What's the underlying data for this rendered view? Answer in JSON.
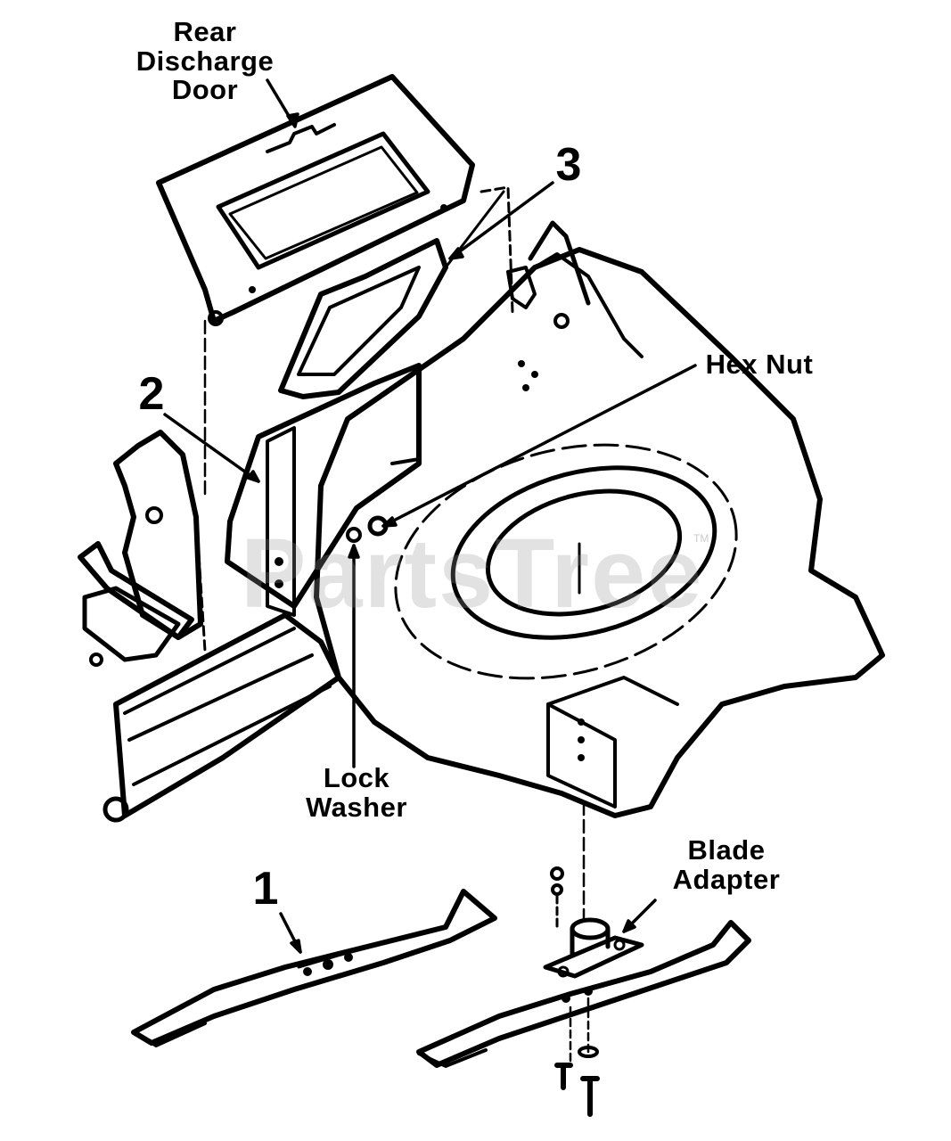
{
  "labels": {
    "rear_discharge_door": [
      "Rear",
      "Discharge",
      "Door"
    ],
    "hex_nut": "Hex Nut",
    "lock_washer": [
      "Lock",
      "Washer"
    ],
    "blade_adapter": [
      "Blade",
      "Adapter"
    ],
    "callout_1": "1",
    "callout_2": "2",
    "callout_3": "3"
  },
  "watermark": {
    "text": "PartsTree",
    "tm": "TM"
  },
  "colors": {
    "ink": "#000000",
    "paper": "#ffffff",
    "watermark": "#9a9a9a"
  }
}
